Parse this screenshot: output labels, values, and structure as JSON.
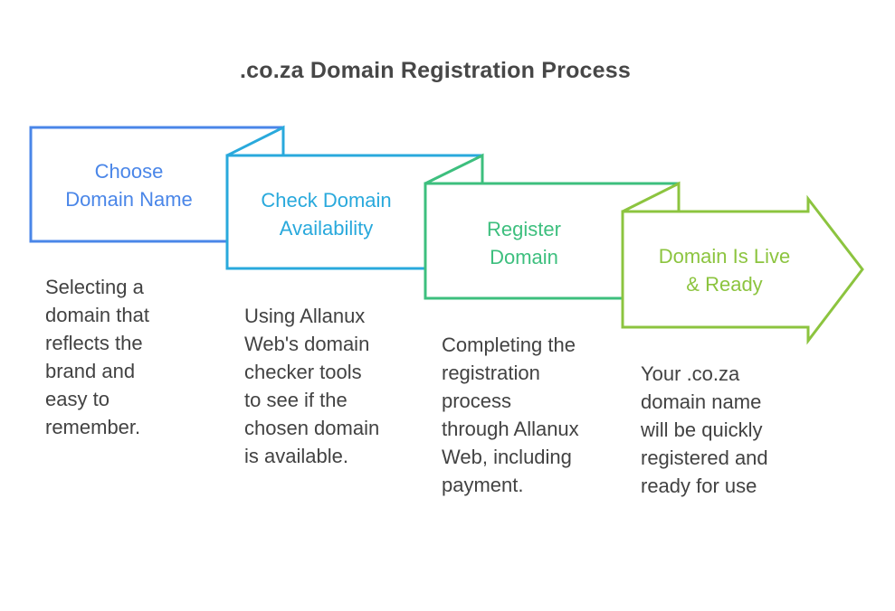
{
  "title": ".co.za Domain Registration Process",
  "title_color": "#474747",
  "description_color": "#424242",
  "steps": [
    {
      "label": "Choose\nDomain Name",
      "description": "Selecting a\ndomain that\nreflects the\nbrand and\neasy to\nremember.",
      "color": "#4a86e8",
      "shape": "folded-card"
    },
    {
      "label": "Check Domain\nAvailability",
      "description": "Using Allanux\nWeb's domain\nchecker tools\nto see if the\nchosen domain\nis available.",
      "color": "#29a9dc",
      "shape": "folded-card"
    },
    {
      "label": "Register\nDomain",
      "description": "Completing the\nregistration\nprocess\nthrough Allanux\nWeb, including\npayment.",
      "color": "#3dbf7e",
      "shape": "folded-card"
    },
    {
      "label": "Domain Is Live\n& Ready",
      "description": "Your .co.za\ndomain name\nwill be quickly\nregistered and\nready for use",
      "color": "#8cc43f",
      "shape": "arrow"
    }
  ]
}
